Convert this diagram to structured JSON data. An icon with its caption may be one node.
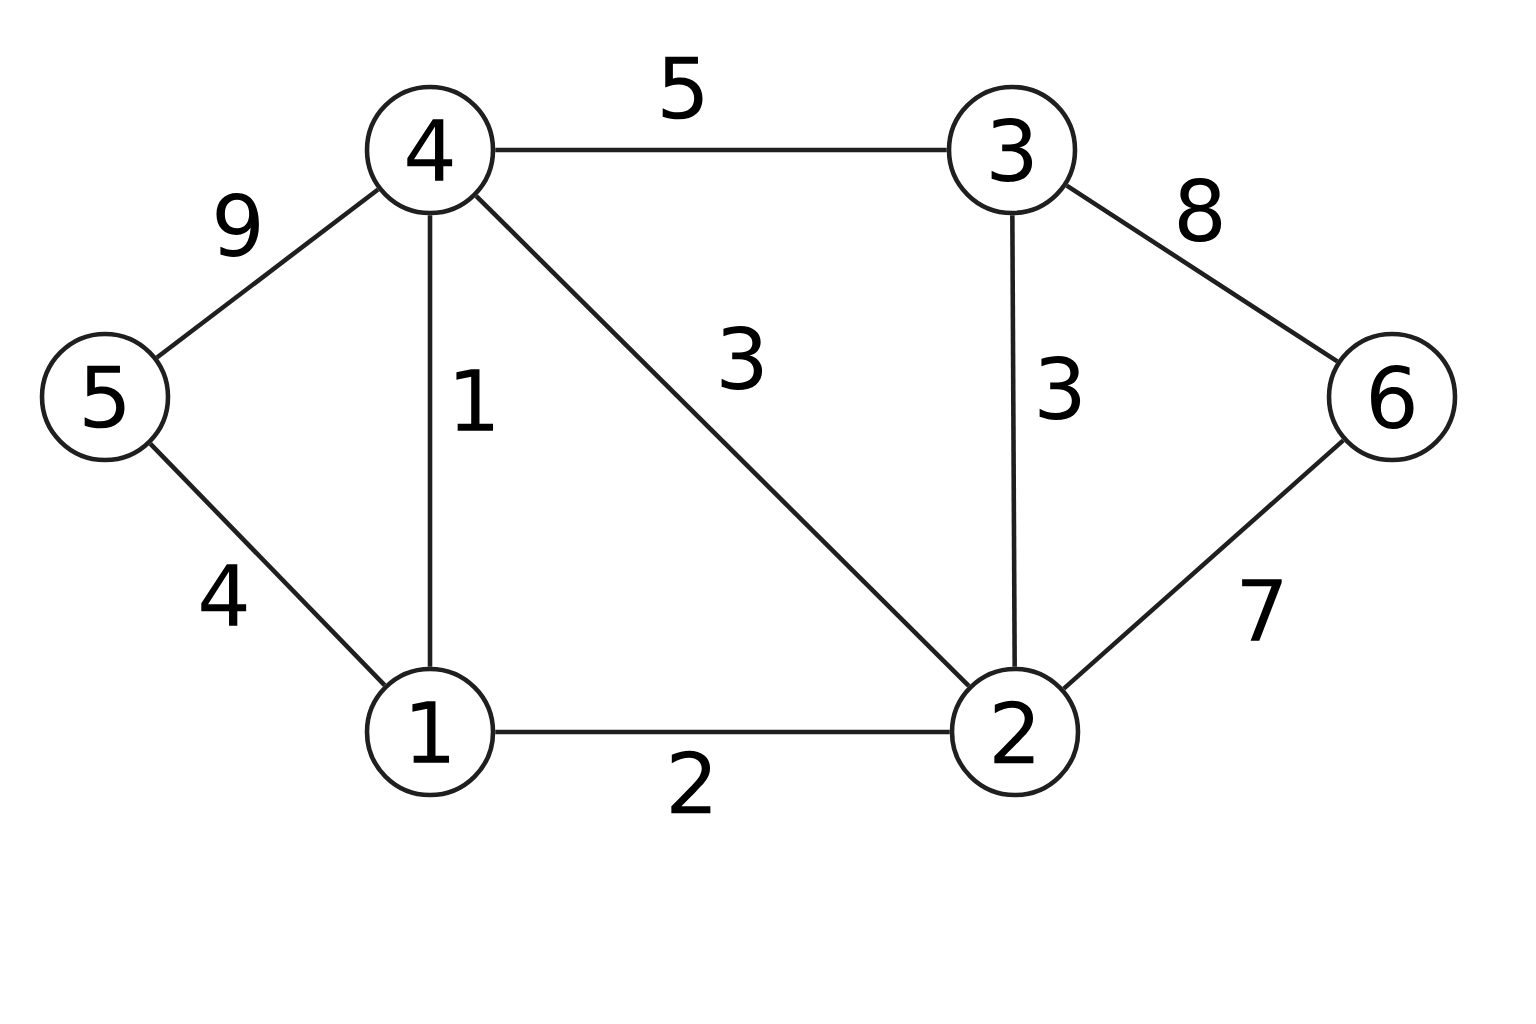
{
  "diagram": {
    "nodes": [
      {
        "text": [
          "4"
        ]
      },
      {
        "text": [
          "3"
        ]
      },
      {
        "text": [
          "5"
        ]
      },
      {
        "text": [
          "6"
        ]
      },
      {
        "text": [
          "1"
        ]
      },
      {
        "text": [
          "2"
        ]
      }
    ],
    "edges": [
      {
        "from": 2,
        "to": 0,
        "arrow": "none",
        "label": "9"
      },
      {
        "from": 0,
        "to": 1,
        "arrow": "none",
        "label": "5"
      },
      {
        "from": 0,
        "to": 4,
        "arrow": "none",
        "label": "1"
      },
      {
        "from": 0,
        "to": 5,
        "arrow": "none",
        "label": "3"
      },
      {
        "from": 1,
        "to": 5,
        "arrow": "none",
        "label": "3"
      },
      {
        "from": 1,
        "to": 3,
        "arrow": "none",
        "label": "8"
      },
      {
        "from": 2,
        "to": 4,
        "arrow": "none",
        "label": "4"
      },
      {
        "from": 4,
        "to": 5,
        "arrow": "none",
        "label": "2"
      },
      {
        "from": 3,
        "to": 5,
        "arrow": "none",
        "label": "7"
      }
    ]
  }
}
